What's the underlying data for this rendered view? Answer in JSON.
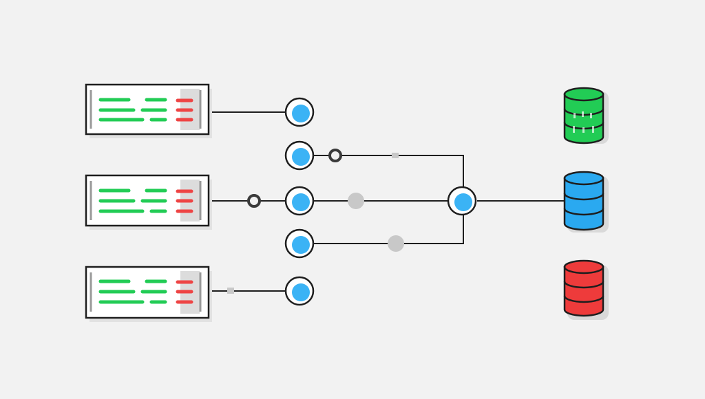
{
  "diagram": {
    "background": "#f2f2f2",
    "colors": {
      "stroke": "#1e1e1e",
      "node_blue": "#3bb3f5",
      "server_green_line": "#22cc55",
      "server_red_line": "#ee4444",
      "db_green": "#22cc55",
      "db_blue": "#2aa9f0",
      "db_red": "#ee3b3b",
      "packet_gray": "#c8c8c8"
    },
    "servers": [
      {
        "id": "server-1",
        "icon": "server-rack-icon"
      },
      {
        "id": "server-2",
        "icon": "server-rack-icon"
      },
      {
        "id": "server-3",
        "icon": "server-rack-icon"
      }
    ],
    "nodes": [
      {
        "id": "node-1",
        "icon": "circle-node-icon"
      },
      {
        "id": "node-2",
        "icon": "circle-node-icon"
      },
      {
        "id": "node-3",
        "icon": "circle-node-icon"
      },
      {
        "id": "node-4",
        "icon": "circle-node-icon"
      },
      {
        "id": "node-5",
        "icon": "circle-node-icon"
      },
      {
        "id": "hub",
        "icon": "hub-node-icon"
      }
    ],
    "databases": [
      {
        "id": "db-green",
        "icon": "database-icon",
        "color": "green"
      },
      {
        "id": "db-blue",
        "icon": "database-icon",
        "color": "blue"
      },
      {
        "id": "db-red",
        "icon": "database-icon",
        "color": "red"
      }
    ]
  }
}
